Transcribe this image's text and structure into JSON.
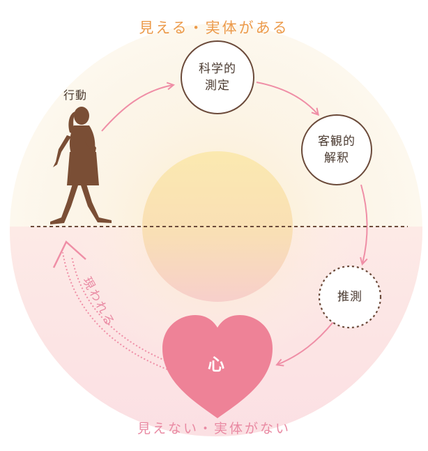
{
  "captions": {
    "top": "見える・実体がある",
    "bottom": "見えない・実体がない"
  },
  "nodes": {
    "scientific_measurement": [
      "科学的",
      "測定"
    ],
    "objective_interpretation": [
      "客観的",
      "解釈"
    ],
    "inference": "推測"
  },
  "labels": {
    "action": "行動",
    "arises": "現われる",
    "heart": "心"
  },
  "colors": {
    "outer_circle": "#fdf7ea",
    "sun_top": "#fbe8a8",
    "sun_bottom": "#f8d2cc",
    "lower_half_tint": "#fbe3e6",
    "node_border": "#6b4a3a",
    "arrow": "#ef8ea6",
    "heart": "#ee8297",
    "silhouette": "#7a4e35",
    "dashed_line": "#6b4a3a",
    "top_caption": "#ec9a4a",
    "bottom_caption": "#e98aa3"
  },
  "icons": {
    "person": "walking-woman-silhouette",
    "heart": "heart-shape"
  }
}
